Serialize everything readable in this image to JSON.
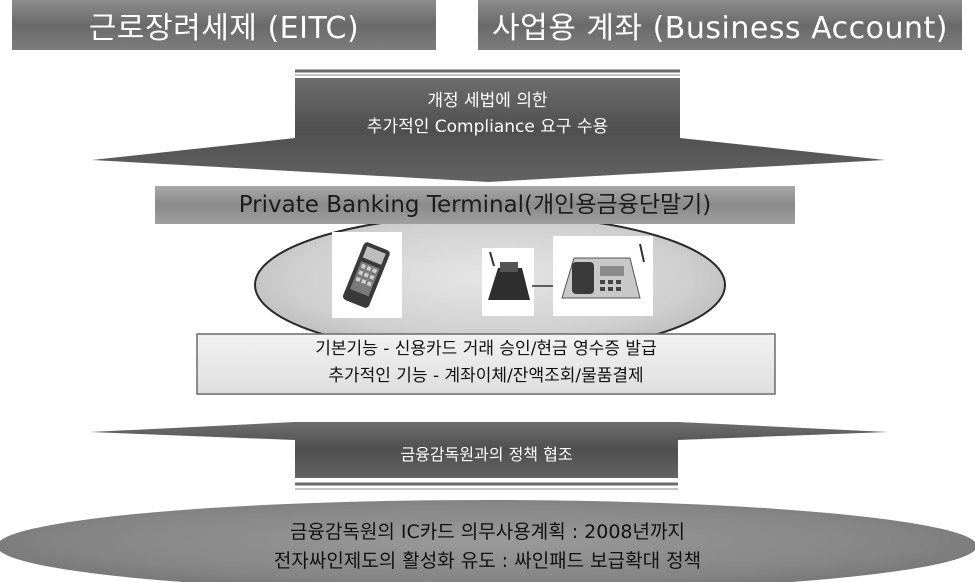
{
  "top_boxes": {
    "left": "근로장려세제 (EITC)",
    "right": "사업용 계좌 (Business Account)"
  },
  "arrow_top": {
    "line1": "개정 세법에 의한",
    "line2": "추가적인 Compliance 요구 수용"
  },
  "terminal_bar": "Private Banking Terminal(개인용금융단말기)",
  "features": {
    "line1": "기본기능 - 신용카드 거래 승인/현금 영수증 발급",
    "line2": "추가적인 기능 - 계좌이체/잔액조회/물품결제"
  },
  "cooperation": "금융감독원과의 정책 협조",
  "bottom_ellipse": {
    "line1": "금융감독원의 IC카드 의무사용계획 : 2008년까지",
    "line2": "전자싸인제도의 활성화 유도 : 싸인패드 보급확대 정책"
  },
  "colors": {
    "dark_gray": "#5e5e5e",
    "mid_gray": "#8a8a8a",
    "light_gray": "#d8d8d8",
    "text_white": "#ffffff"
  }
}
